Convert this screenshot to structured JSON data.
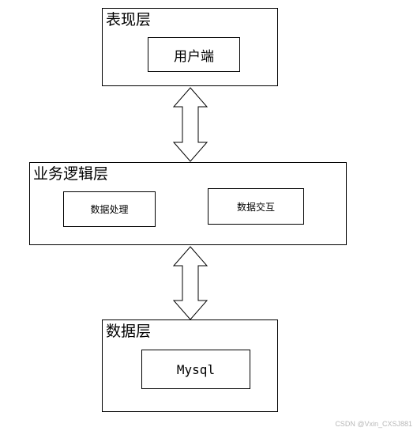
{
  "presentation_layer": {
    "title": "表现层",
    "client_box": "用户端"
  },
  "business_layer": {
    "title": "业务逻辑层",
    "data_processing_box": "数据处理",
    "data_interaction_box": "数据交互"
  },
  "data_layer": {
    "title": "数据层",
    "mysql_box": "Mysql"
  },
  "watermark": "CSDN @Vxin_CXSJ881"
}
